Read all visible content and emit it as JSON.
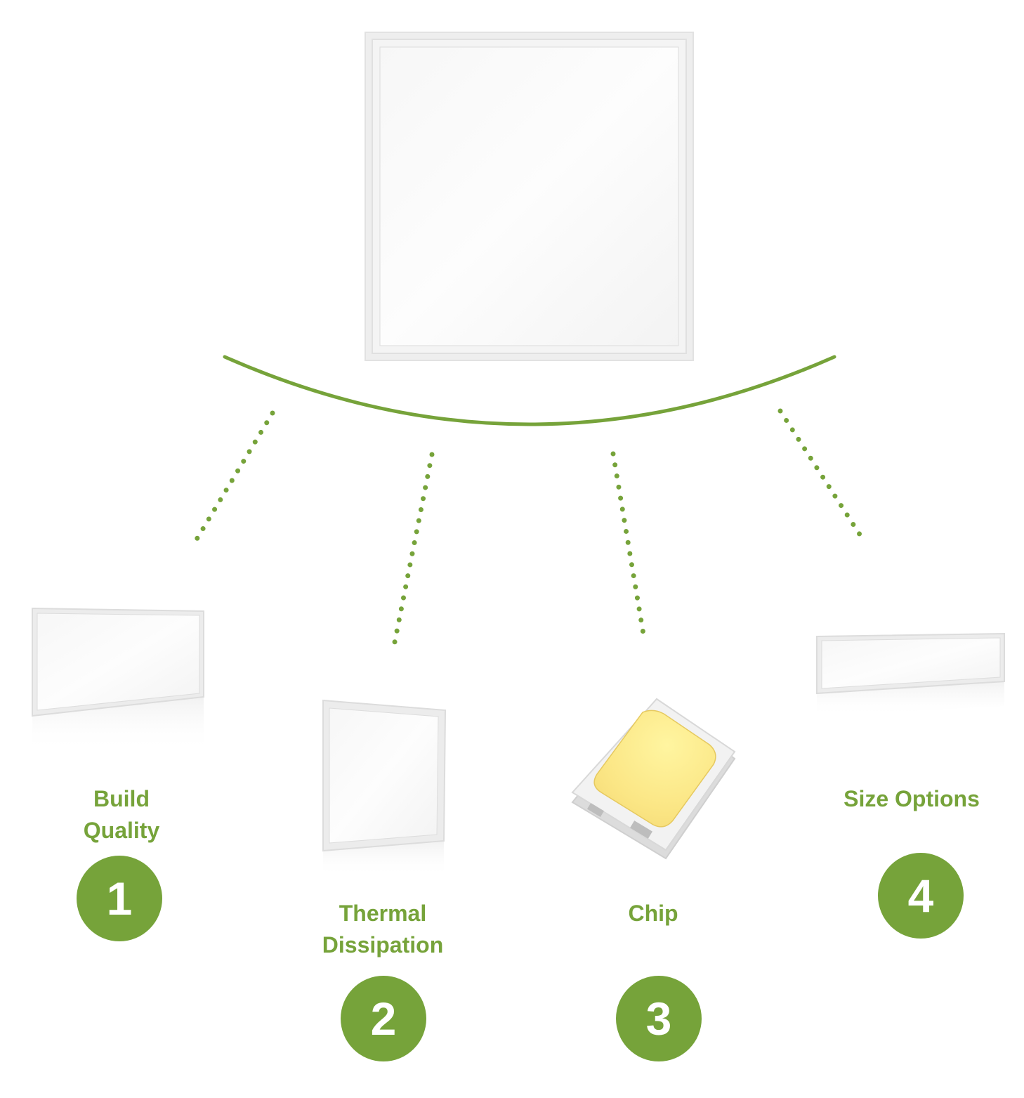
{
  "accent_color": "#76a33a",
  "hero": {
    "icon": "square-led-panel-icon"
  },
  "items": [
    {
      "number": "1",
      "title_line1": "Build",
      "title_line2": "Quality",
      "icon": "rectangular-led-panel-icon"
    },
    {
      "number": "2",
      "title_line1": "Thermal",
      "title_line2": "Dissipation",
      "icon": "square-led-panel-icon"
    },
    {
      "number": "3",
      "title_line1": "Chip",
      "title_line2": "",
      "icon": "smd-led-chip-icon"
    },
    {
      "number": "4",
      "title_line1": "Size Options",
      "title_line2": "",
      "icon": "linear-led-panel-icon"
    }
  ]
}
